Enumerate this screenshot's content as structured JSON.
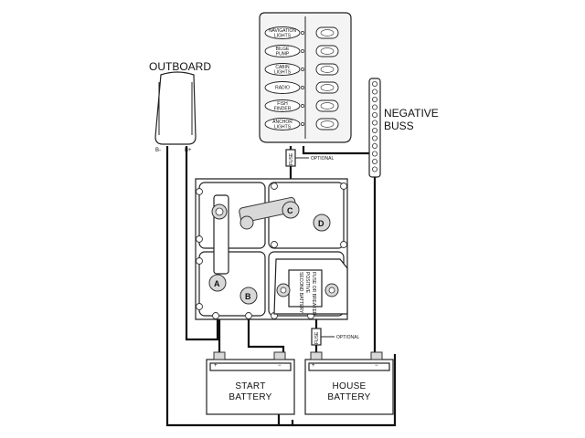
{
  "labels": {
    "outboard": "OUTBOARD",
    "b_minus": "B-",
    "b_plus": "B+",
    "negative": "NEGATIVE",
    "buss": "BUSS",
    "optional_top": "OPTIONAL",
    "optional_bottom": "OPTIONAL",
    "fuse_top": "FUSE",
    "fuse_bottom": "FUSE",
    "start_battery_line1": "START",
    "start_battery_line2": "BATTERY",
    "house_battery_line1": "HOUSE",
    "house_battery_line2": "BATTERY",
    "terminal_a": "A",
    "terminal_b": "B",
    "terminal_c": "C",
    "terminal_d": "D",
    "vsr_line1": "SECOND BATTERY",
    "vsr_line2": "POSITIVE",
    "vsr_line3": "FUSE OR BREAKER",
    "plus": "+",
    "minus": "−"
  },
  "switch_panel": {
    "switches": [
      {
        "line1": "NAVIGATION",
        "line2": "LIGHTS"
      },
      {
        "line1": "BILGE",
        "line2": "PUMP"
      },
      {
        "line1": "CABIN",
        "line2": "LIGHTS"
      },
      {
        "line1": "RADIO",
        "line2": ""
      },
      {
        "line1": "FISH",
        "line2": "FINDER"
      },
      {
        "line1": "ANCHOR",
        "line2": "LIGHTS"
      }
    ]
  },
  "colors": {
    "line": "#111111",
    "fill": "#ffffff",
    "panel": "#f4f4f4",
    "terminal": "#d8d8d8"
  }
}
